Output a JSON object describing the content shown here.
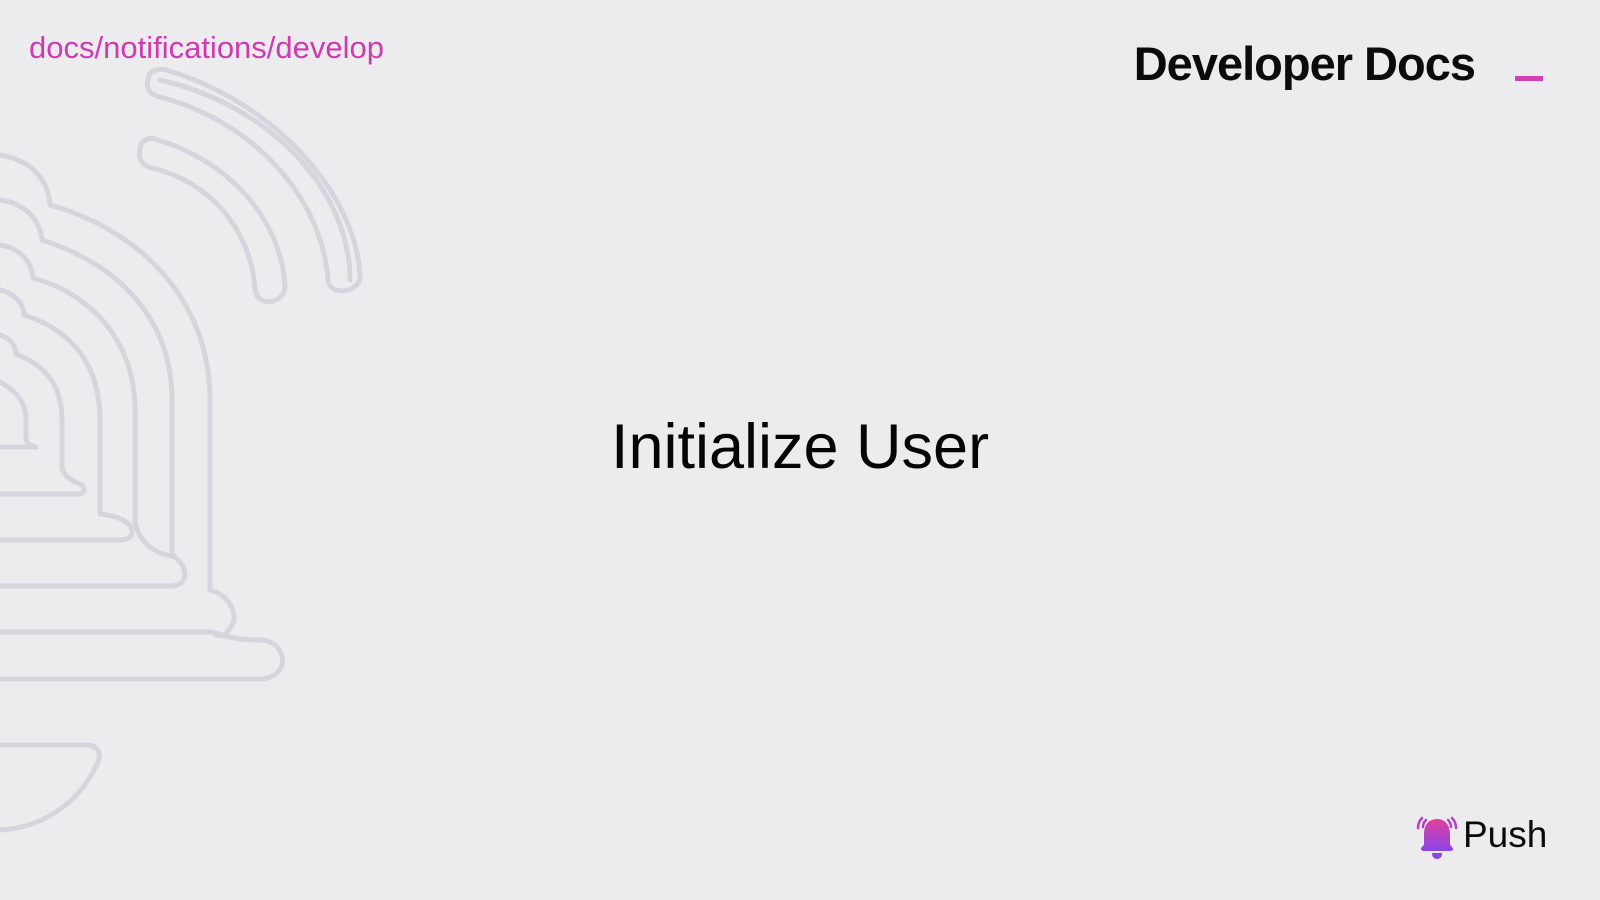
{
  "header": {
    "breadcrumb": "docs/notifications/develop",
    "brand_title": "Developer Docs"
  },
  "main": {
    "title": "Initialize User"
  },
  "footer": {
    "logo_text": "Push"
  },
  "colors": {
    "background": "#ececef",
    "accent": "#cf3ab0",
    "text": "#050505",
    "bell_outline": "#d6d5de"
  },
  "icons": {
    "background_graphic": "bell-outline-icon",
    "logo": "bell-logo-icon"
  }
}
